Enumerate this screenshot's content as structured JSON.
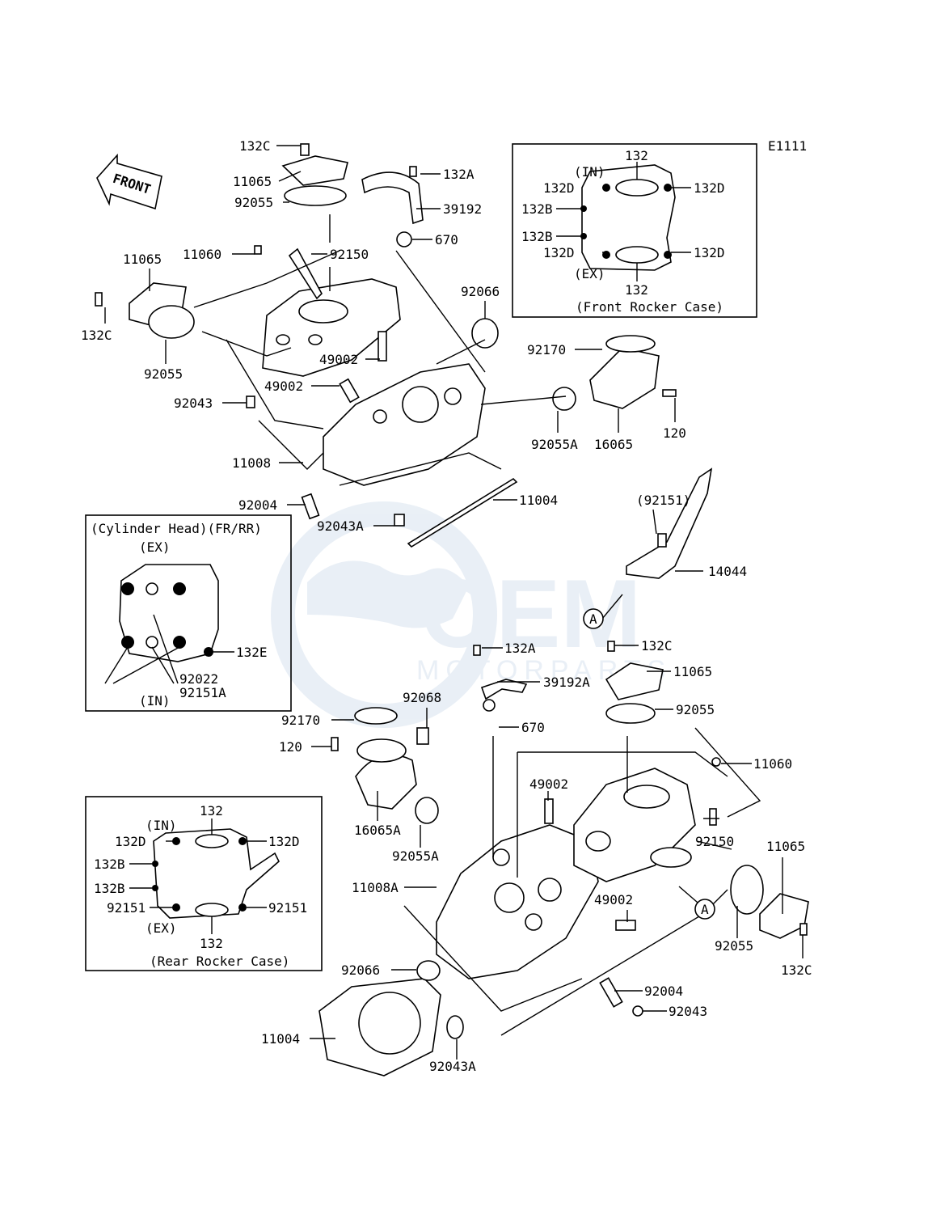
{
  "diagram_code": "E1111",
  "front_arrow": "FRONT",
  "watermark": {
    "brand": "OEM",
    "sub": "MOTORPARTS"
  },
  "insets": {
    "front_rocker": {
      "title": "(Front Rocker Case)",
      "in": "(IN)",
      "ex": "(EX)",
      "l_132_top": "132",
      "l_132_bot": "132",
      "l_132d_1": "132D",
      "l_132d_2": "132D",
      "l_132d_3": "132D",
      "l_132d_4": "132D",
      "l_132b_1": "132B",
      "l_132b_2": "132B"
    },
    "cylinder_head": {
      "title": "(Cylinder Head)(FR/RR)",
      "ex": "(EX)",
      "in": "(IN)",
      "l_132e": "132E",
      "l_92022": "92022",
      "l_92151a": "92151A"
    },
    "rear_rocker": {
      "title": "(Rear Rocker Case)",
      "in": "(IN)",
      "ex": "(EX)",
      "l_132_top": "132",
      "l_132_bot": "132",
      "l_132d_1": "132D",
      "l_132d_2": "132D",
      "l_132b_1": "132B",
      "l_132b_2": "132B",
      "l_92151_1": "92151",
      "l_92151_2": "92151"
    }
  },
  "callouts": {
    "c132c_a": "132C",
    "c11065_a": "11065",
    "c92055_a": "92055",
    "c132a_a": "132A",
    "c39192": "39192",
    "c670_a": "670",
    "c11060_a": "11060",
    "c92150_a": "92150",
    "c11065_b": "11065",
    "c132c_b": "132C",
    "c92055_b": "92055",
    "c92066_a": "92066",
    "c49002_a": "49002",
    "c49002_b": "49002",
    "c92043_a": "92043",
    "c11008": "11008",
    "c92004_a": "92004",
    "c92043a_a": "92043A",
    "c11004_a": "11004",
    "c92170_a": "92170",
    "c92055a_a": "92055A",
    "c16065": "16065",
    "c120_a": "120",
    "c92151_p": "(92151)",
    "c14044": "14044",
    "c_a_1": "A",
    "c132a_b": "132A",
    "c39192a": "39192A",
    "c132c_c": "132C",
    "c11065_c": "11065",
    "c92055_c": "92055",
    "c92068": "92068",
    "c92170_b": "92170",
    "c670_b": "670",
    "c120_b": "120",
    "c11060_b": "11060",
    "c49002_c": "49002",
    "c16065a": "16065A",
    "c92150_b": "92150",
    "c11065_d": "11065",
    "c92055a_b": "92055A",
    "c11008a": "11008A",
    "c49002_d": "49002",
    "c_a_2": "A",
    "c92055_d": "92055",
    "c132c_d": "132C",
    "c92066_b": "92066",
    "c92004_b": "92004",
    "c92043_b": "92043",
    "c11004_b": "11004",
    "c92043a_b": "92043A"
  }
}
